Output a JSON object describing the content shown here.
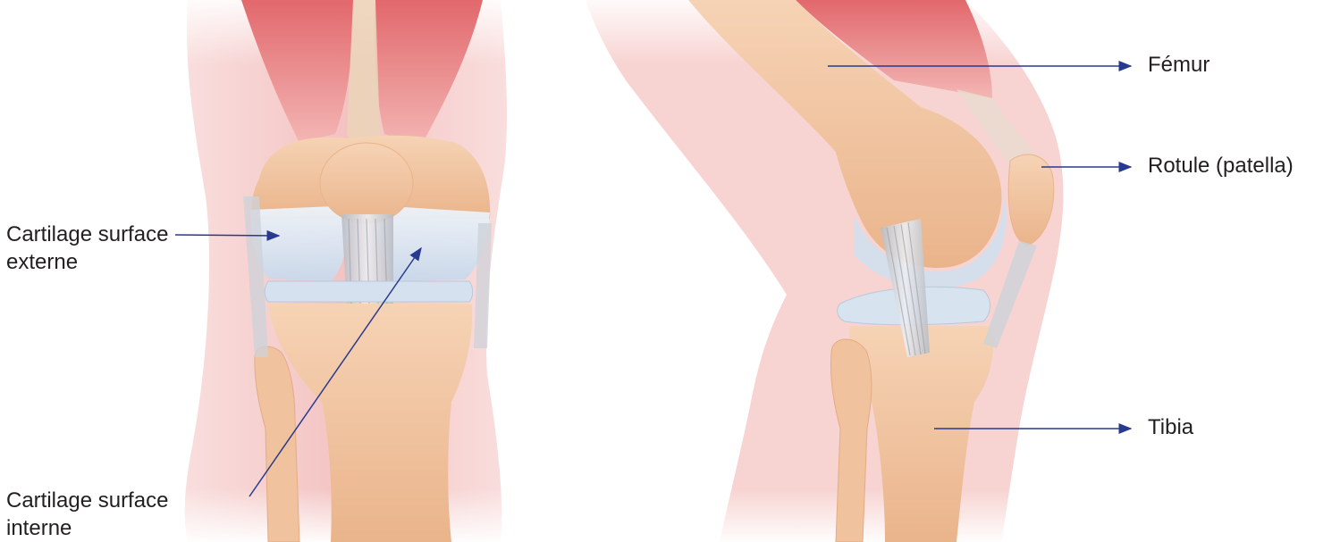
{
  "labels": {
    "cartilage_externe": [
      "Cartilage surface",
      "externe"
    ],
    "cartilage_interne": [
      "Cartilage surface",
      "interne"
    ],
    "femur": "Fémur",
    "rotule": "Rotule (patella)",
    "tibia": "Tibia"
  },
  "colors": {
    "pointer": "#283a8f",
    "label_text": "#231f20",
    "skin": "#f6cfcd",
    "bone": "#f2c7a0",
    "cartilage": "#d9e6f2",
    "muscle": "#e88a8c",
    "ligament": "#c9cbd0"
  }
}
